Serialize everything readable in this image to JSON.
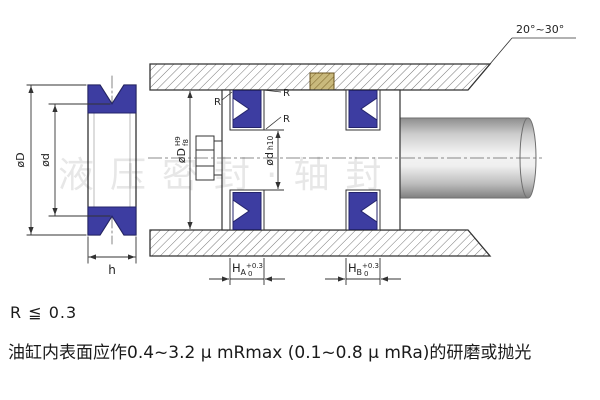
{
  "colors": {
    "seal_blue": "#3d3da1",
    "seal_outline": "#24246b",
    "guide_ring": "#c9b97c",
    "line": "#333333"
  },
  "left_view": {
    "outer_dia_label": "øD",
    "inner_dia_label": "ød",
    "height_label": "h"
  },
  "assembly": {
    "bore_dim": {
      "symbol": "øD",
      "fit_upper": "H9",
      "fit_lower": "f8"
    },
    "groove_dia_dim": {
      "symbol": "ød",
      "fit": "h10"
    },
    "radius_label_1": "R",
    "radius_label_2": "R",
    "radius_label_3": "R",
    "chamfer_angle_label": "20°~30°",
    "groove_a_dim": {
      "letter": "H",
      "sub": "A",
      "tol_upper": "+0.3",
      "tol_lower": "0"
    },
    "groove_b_dim": {
      "letter": "H",
      "sub": "B",
      "tol_upper": "+0.3",
      "tol_lower": "0"
    }
  },
  "notes": {
    "radius_note": "R ≦ 0.3",
    "surface_note": "油缸内表面应作0.4~3.2 μ mRmax (0.1~0.8 μ mRa)的研磨或抛光"
  },
  "watermark": {
    "text": "液压密封·轴封"
  }
}
